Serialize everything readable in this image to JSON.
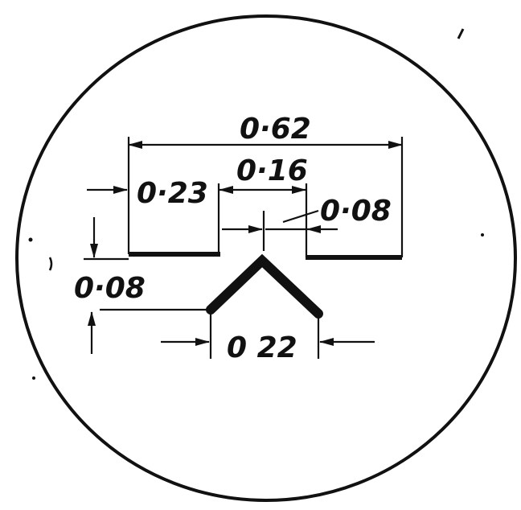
{
  "dimensions": {
    "overall_width": "0·62",
    "left_gap": "0·23",
    "center_gap": "0·16",
    "right_offset": "0·08",
    "vertical_offset": "0·08",
    "vee_base": "0 22"
  }
}
